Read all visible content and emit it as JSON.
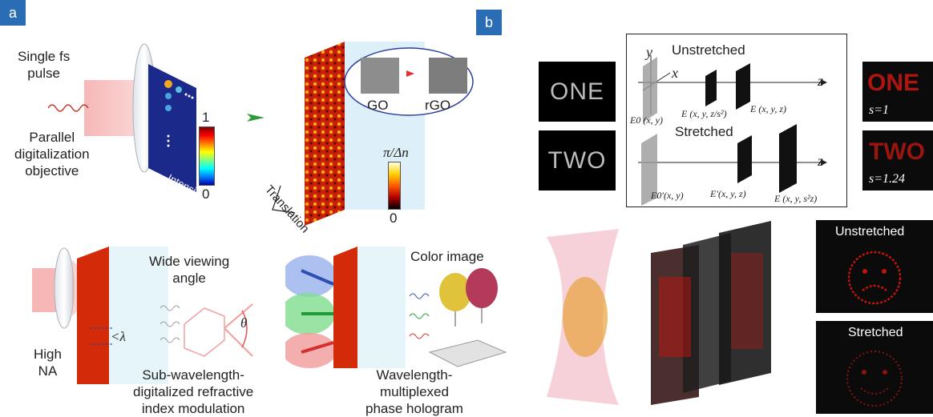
{
  "panel_a": {
    "badge": "a",
    "single_pulse": [
      "Single fs",
      "pulse"
    ],
    "parallel": [
      "Parallel",
      "digitalization",
      "objective"
    ],
    "intensity": "Intensity",
    "scale_max": "1",
    "scale_min": "0",
    "go": "GO",
    "rgo": "rGO",
    "translation": "Translation",
    "phase_scale_max": "π/Δn",
    "phase_scale_min": "0",
    "wide_viewing": [
      "Wide viewing",
      "angle"
    ],
    "theta": "θ",
    "lambda": "<λ",
    "high_na": [
      "High",
      "NA"
    ],
    "sub_wavelength": [
      "Sub-wavelength-",
      "digitalized refractive",
      "index modulation"
    ],
    "color_image": "Color image",
    "wavelength_mux": [
      "Wavelength-",
      "multiplexed",
      "phase hologram"
    ]
  },
  "panel_b": {
    "badge": "b",
    "one": "ONE",
    "two": "TWO",
    "unstretched": "Unstretched",
    "stretched": "Stretched",
    "axis_y": "y",
    "axis_x": "x",
    "axis_z": "z",
    "e0": "E0 (x, y)",
    "e_scaled": "E (x, y, z/s²)",
    "e_xyz": "E (x, y, z)",
    "e0_prime": "E0′(x, y)",
    "e_prime": "E′(x, y, z)",
    "e_s2z": "E (x, y, s²z)",
    "s1": "s=1",
    "s124": "s=1.24",
    "unstretched_label": "Unstretched",
    "stretched_label": "Stretched"
  },
  "colors": {
    "badge": "#2a6db5",
    "arrow_green": "#2e9b3a",
    "hot_red": "#c81e0a"
  }
}
